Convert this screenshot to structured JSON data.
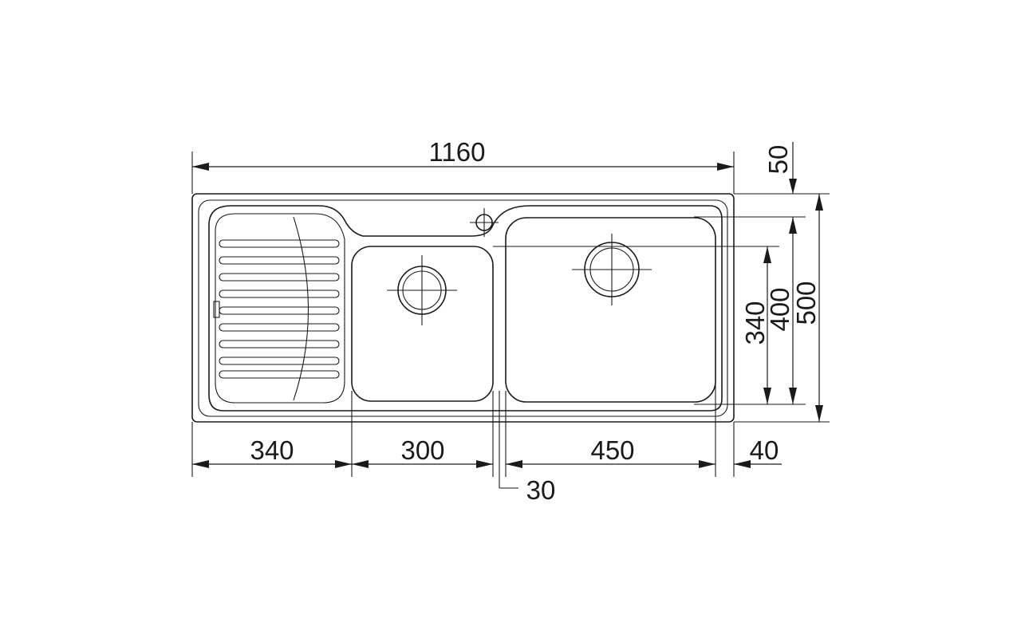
{
  "drawing": {
    "dimensions": {
      "overall_width": "1160",
      "top_offset": "50",
      "drainer_width": "340",
      "small_bowl_width": "300",
      "bowl_gap": "30",
      "large_bowl_width": "450",
      "right_margin": "40",
      "bowl_depth": "340",
      "inner_depth": "400",
      "overall_depth": "500"
    }
  }
}
